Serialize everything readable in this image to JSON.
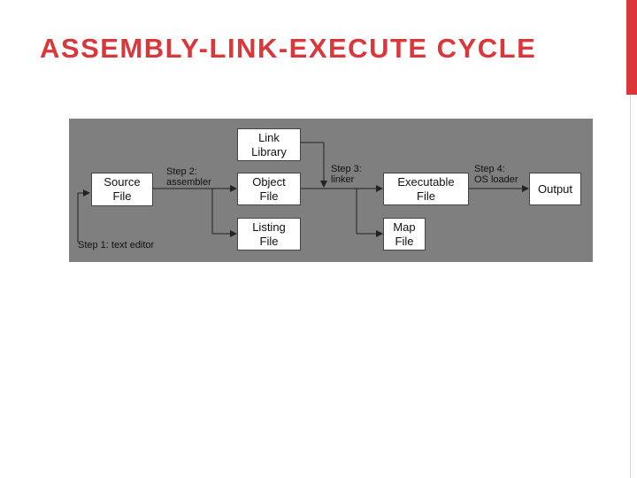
{
  "slide": {
    "title": "ASSEMBLY-LINK-EXECUTE CYCLE",
    "accent_color": "#d9373a"
  },
  "diagram": {
    "background_color": "#7f7f7f",
    "nodes": {
      "source_file": "Source\nFile",
      "link_library": "Link\nLibrary",
      "object_file": "Object\nFile",
      "listing_file": "Listing\nFile",
      "executable_file": "Executable\nFile",
      "map_file": "Map\nFile",
      "output": "Output"
    },
    "steps": {
      "step1": "Step 1: text editor",
      "step2": "Step 2:\nassembler",
      "step3": "Step 3:\nlinker",
      "step4": "Step 4:\nOS loader"
    },
    "edges": [
      {
        "from": "source_file",
        "to": "object_file",
        "via": "step2"
      },
      {
        "from": "source_file",
        "to": "listing_file",
        "via": "step2"
      },
      {
        "from": "object_file",
        "to": "executable_file",
        "via": "step3"
      },
      {
        "from": "link_library",
        "to": "executable_file",
        "via": "step3"
      },
      {
        "from": "object_file",
        "to": "map_file",
        "via": "step3"
      },
      {
        "from": "executable_file",
        "to": "output",
        "via": "step4"
      }
    ]
  }
}
